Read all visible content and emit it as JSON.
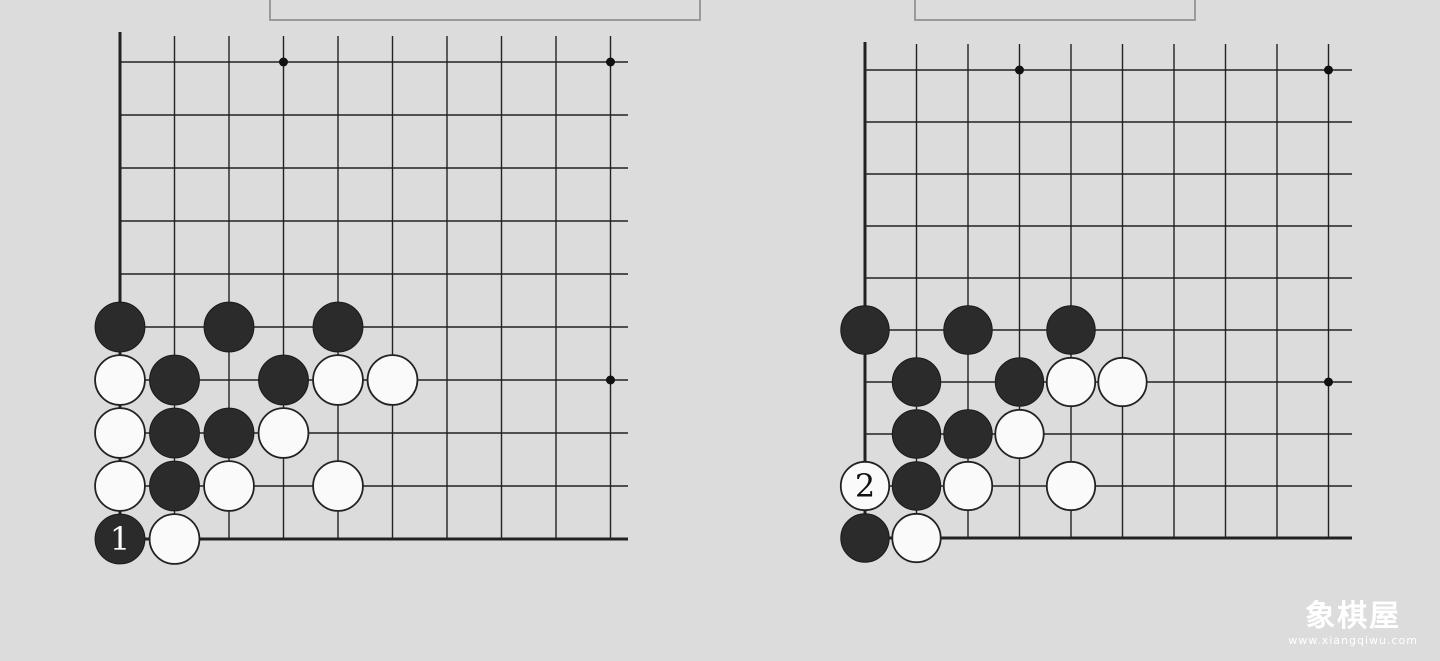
{
  "diagrams": [
    {
      "name": "left-board",
      "black": [
        [
          0,
          5
        ],
        [
          2,
          5
        ],
        [
          4,
          5
        ],
        [
          1,
          6
        ],
        [
          3,
          6
        ],
        [
          1,
          7
        ],
        [
          2,
          7
        ],
        [
          1,
          8
        ],
        [
          0,
          9
        ]
      ],
      "white": [
        [
          4,
          6
        ],
        [
          5,
          6
        ],
        [
          0,
          6
        ],
        [
          0,
          7
        ],
        [
          3,
          7
        ],
        [
          0,
          8
        ],
        [
          2,
          8
        ],
        [
          4,
          8
        ],
        [
          1,
          9
        ]
      ],
      "hoshi": [
        [
          3,
          0
        ],
        [
          9,
          0
        ],
        [
          9,
          6
        ]
      ],
      "labels": [
        {
          "col": 0,
          "row": 9,
          "text": "1",
          "stone": "black"
        }
      ]
    },
    {
      "name": "right-board",
      "black": [
        [
          0,
          5
        ],
        [
          2,
          5
        ],
        [
          4,
          5
        ],
        [
          1,
          6
        ],
        [
          3,
          6
        ],
        [
          1,
          7
        ],
        [
          2,
          7
        ],
        [
          1,
          8
        ],
        [
          0,
          9
        ]
      ],
      "white": [
        [
          4,
          6
        ],
        [
          5,
          6
        ],
        [
          3,
          7
        ],
        [
          2,
          8
        ],
        [
          4,
          8
        ],
        [
          0,
          8
        ],
        [
          1,
          9
        ]
      ],
      "hoshi": [
        [
          3,
          0
        ],
        [
          9,
          0
        ],
        [
          9,
          6
        ]
      ],
      "labels": [
        {
          "col": 0,
          "row": 8,
          "text": "2",
          "stone": "white"
        }
      ]
    }
  ],
  "watermark": {
    "name": "象棋屋",
    "url": "www.xiangqiwu.com"
  }
}
